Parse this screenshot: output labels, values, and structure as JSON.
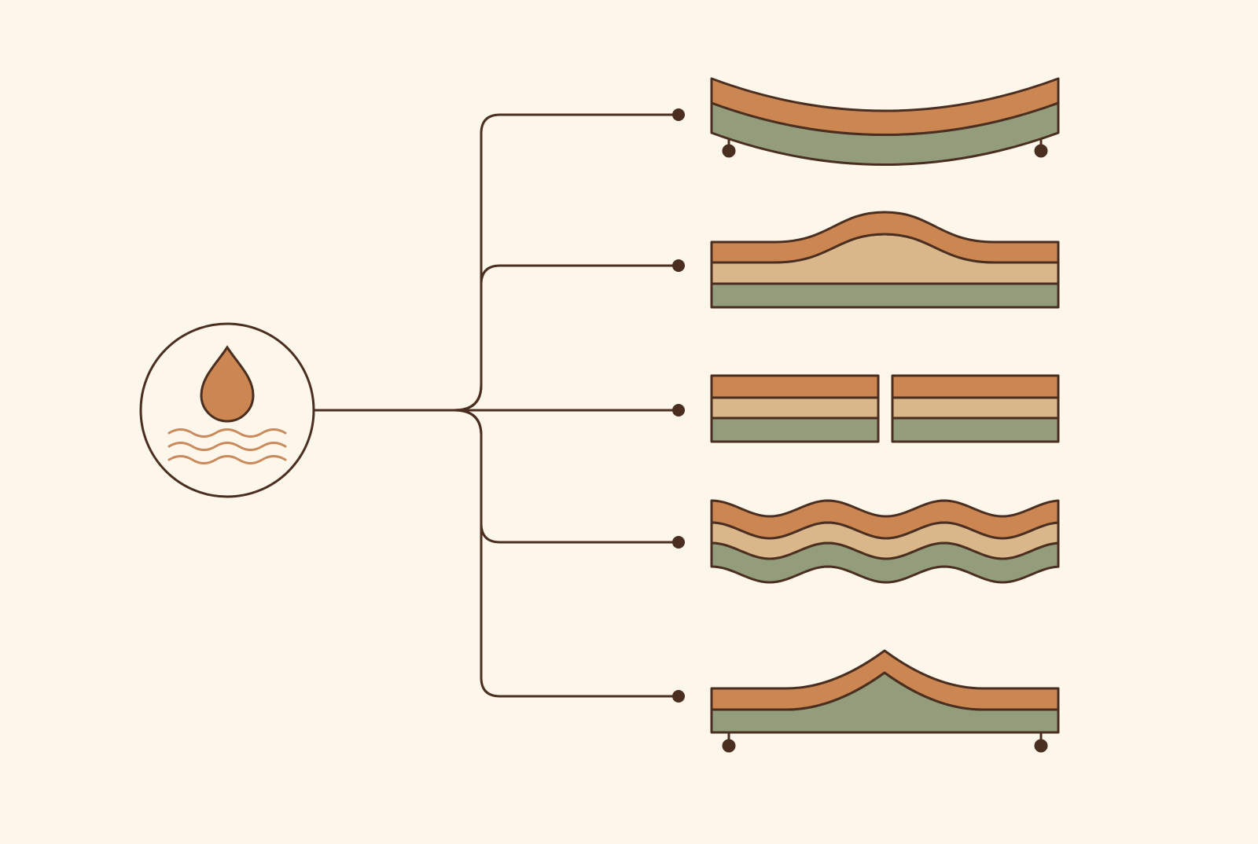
{
  "colors": {
    "background": "#fdf6ea",
    "outline": "#4a2e20",
    "terracotta": "#cc8652",
    "sand": "#d9b78b",
    "sage": "#939d7b",
    "wave": "#c98a5c"
  },
  "source": {
    "icon": "water-drop-over-waves-icon",
    "wave_count": 3
  },
  "branches": [
    {
      "id": "sagging",
      "icon": "sagging-two-layer-panel-icon",
      "layers": [
        "terracotta",
        "sage"
      ],
      "supports": true
    },
    {
      "id": "blistering",
      "icon": "blistered-three-layer-panel-icon",
      "layers": [
        "terracotta",
        "sand",
        "sage"
      ],
      "supports": false
    },
    {
      "id": "splitting",
      "icon": "split-three-layer-panel-icon",
      "layers": [
        "terracotta",
        "sand",
        "sage"
      ],
      "supports": false
    },
    {
      "id": "warping",
      "icon": "warped-three-layer-panel-icon",
      "layers": [
        "terracotta",
        "sand",
        "sage"
      ],
      "supports": false
    },
    {
      "id": "peaking",
      "icon": "peaked-two-layer-panel-icon",
      "layers": [
        "terracotta",
        "sage"
      ],
      "supports": true
    }
  ]
}
